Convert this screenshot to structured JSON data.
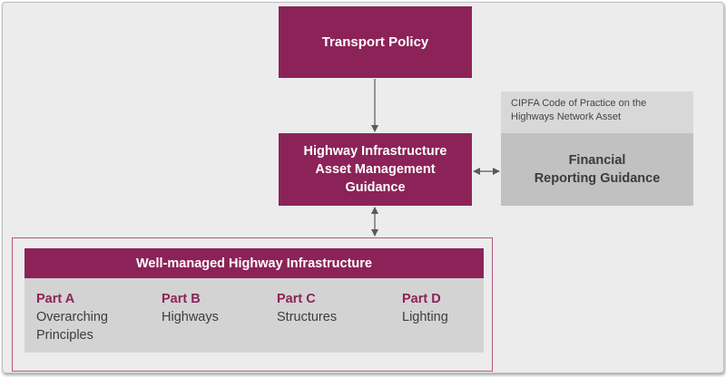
{
  "transport_policy": {
    "label": "Transport Policy"
  },
  "asset_guidance": {
    "label": "Highway Infrastructure\nAsset Management\nGuidance"
  },
  "cipfa": {
    "header": "CIPFA Code of Practice on the\nHighways Network Asset",
    "body": "Financial\nReporting Guidance"
  },
  "well_managed": {
    "title": "Well-managed Highway Infrastructure",
    "parts": [
      {
        "title": "Part A",
        "desc": "Overarching\nPrinciples"
      },
      {
        "title": "Part B",
        "desc": "Highways"
      },
      {
        "title": "Part C",
        "desc": "Structures"
      },
      {
        "title": "Part D",
        "desc": "Lighting"
      }
    ]
  },
  "colors": {
    "maroon": "#8c2358",
    "frame": "#b6567f",
    "grey_light": "#d8d8d8",
    "grey_dark": "#c1c1c1",
    "arrow": "#5a5a5a"
  },
  "connectors": [
    {
      "from": "transport-policy",
      "to": "asset-guidance",
      "direction": "one-way"
    },
    {
      "from": "asset-guidance",
      "to": "cipfa-guidance",
      "direction": "two-way"
    },
    {
      "from": "asset-guidance",
      "to": "well-managed-framework",
      "direction": "two-way"
    }
  ]
}
